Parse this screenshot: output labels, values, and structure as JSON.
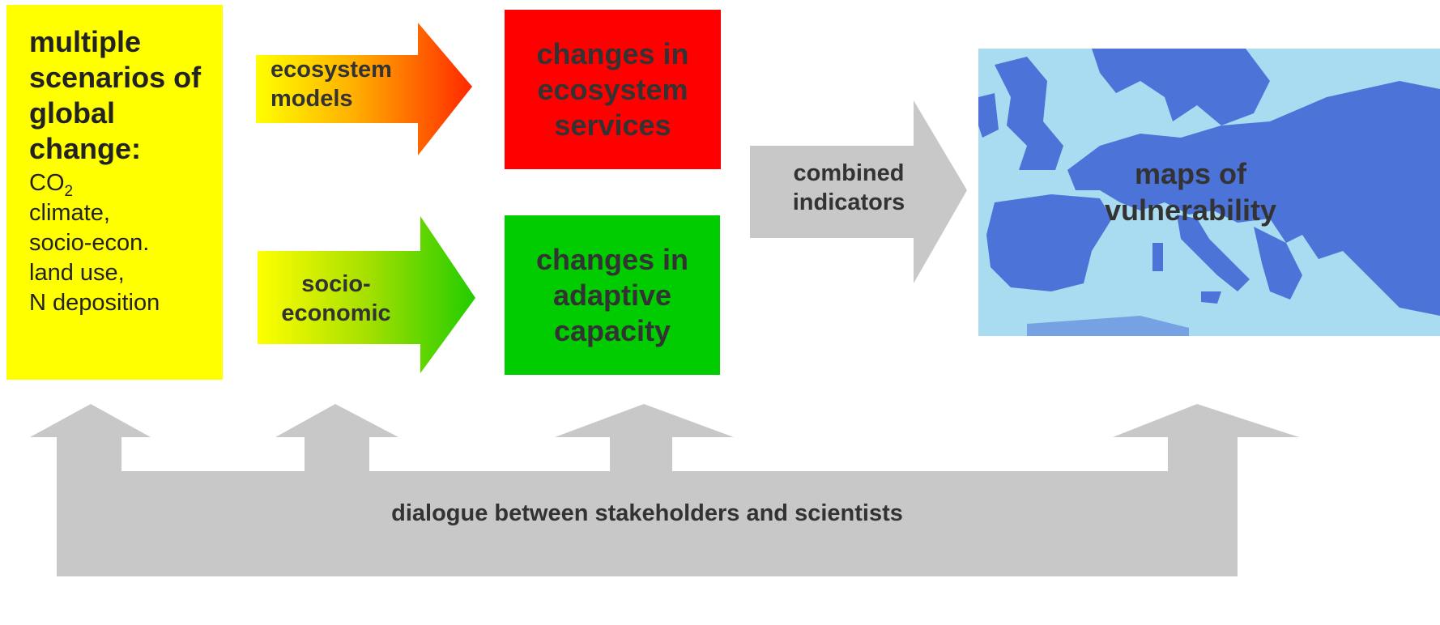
{
  "scenarios": {
    "title_lines": [
      "multiple",
      "scenarios of",
      "global",
      "change:"
    ],
    "co2_base": "CO",
    "co2_sub": "2",
    "drivers": [
      "climate,",
      "socio-econ.",
      "land use,",
      "N deposition"
    ]
  },
  "arrows": {
    "ecosystem_models": [
      "ecosystem",
      "models"
    ],
    "socio_economic": [
      "socio-",
      "economic"
    ],
    "combined_indicators": [
      "combined",
      "indicators"
    ]
  },
  "boxes": {
    "ecosystem_services": [
      "changes in",
      "ecosystem",
      "services"
    ],
    "adaptive_capacity": [
      "changes in",
      "adaptive",
      "capacity"
    ],
    "vulnerability_maps": [
      "maps of",
      "vulnerability"
    ]
  },
  "dialogue": "dialogue between stakeholders and scientists",
  "colors": {
    "scenario_box": "#ffff00",
    "ecosystem_box": "#ff0000",
    "adaptive_box": "#00cc00",
    "arrow_gray": "#c8c8c8",
    "map_sea": "#a9dcf0",
    "map_land": "#4c73d8"
  }
}
